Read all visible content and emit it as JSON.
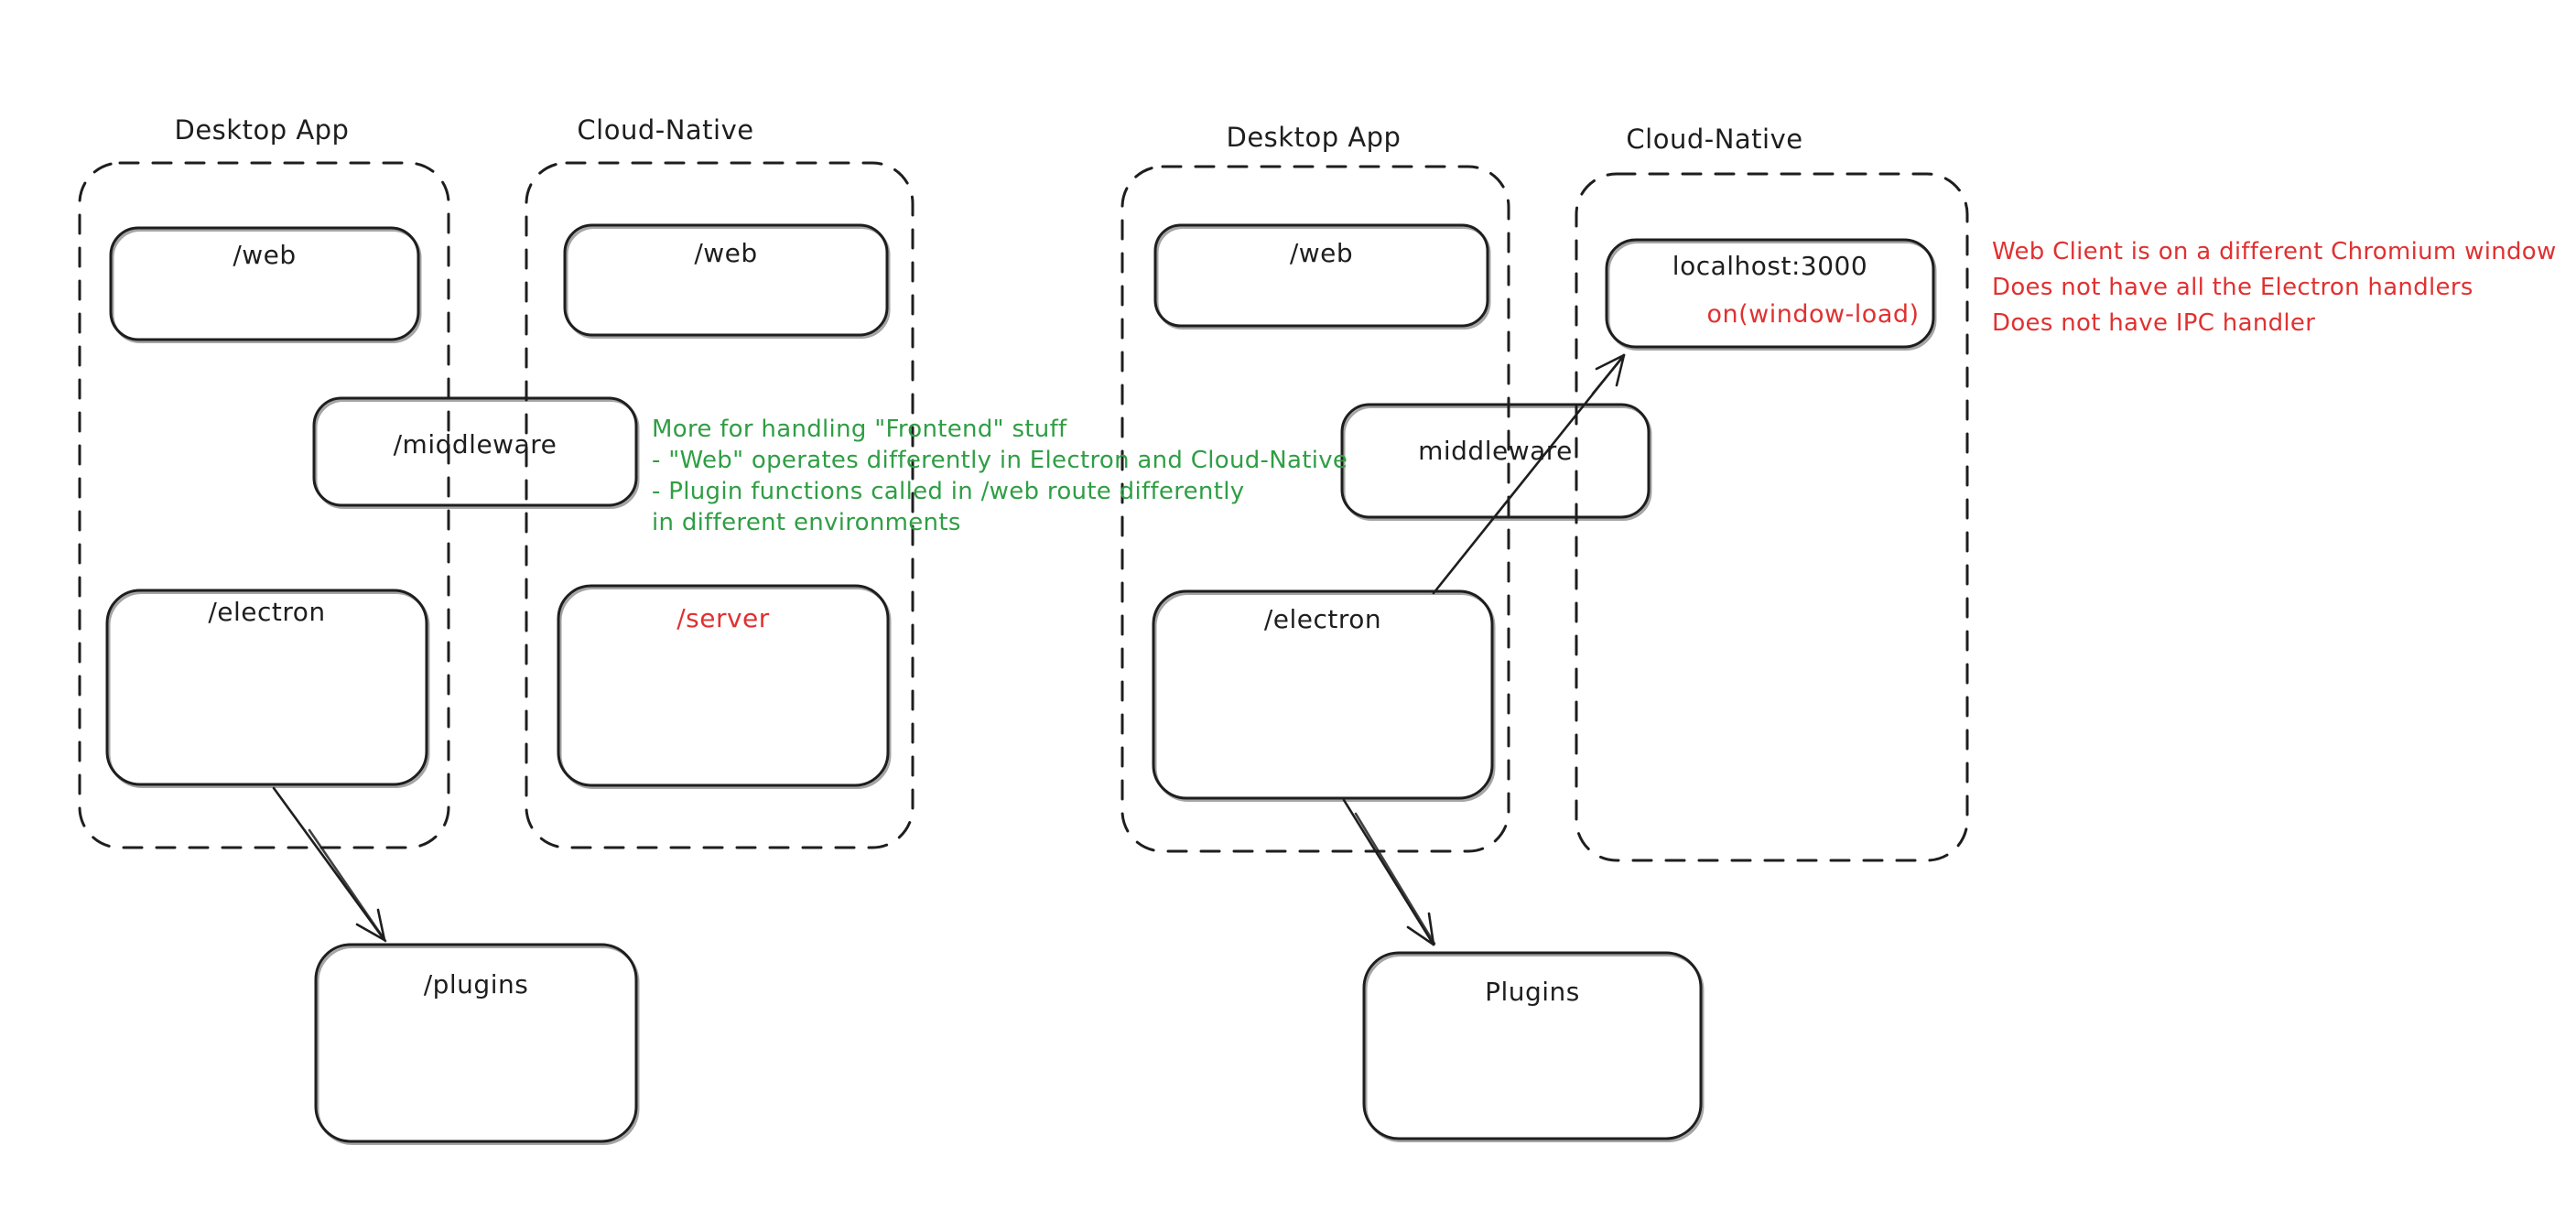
{
  "canvas": {
    "background": "#ffffff"
  },
  "palette": {
    "ink": "#1e1e1e",
    "red": "#e03131",
    "green": "#2f9e44"
  },
  "left": {
    "desktop_label": "Desktop App",
    "cloud_label": "Cloud-Native",
    "boxes": {
      "web_desktop": "/web",
      "web_cloud": "/web",
      "middleware": "/middleware",
      "electron": "/electron",
      "server": "/server",
      "plugins": "/plugins"
    },
    "note_lines": [
      "More for handling \"Frontend\" stuff",
      "- \"Web\" operates differently in Electron and Cloud-Native",
      "- Plugin functions called in /web route differently",
      "in different environments"
    ],
    "arrows": [
      {
        "from": "/electron",
        "to": "/plugins"
      }
    ]
  },
  "right": {
    "desktop_label": "Desktop App",
    "cloud_label": "Cloud-Native",
    "boxes": {
      "web": "/web",
      "localhost_title": "localhost:3000",
      "localhost_event": "on(window-load)",
      "middleware": "middleware",
      "electron": "/electron",
      "plugins": "Plugins"
    },
    "note_lines": [
      "Web Client is on a different Chromium window",
      "Does not have all the Electron handlers",
      "Does not have IPC handler"
    ],
    "arrows": [
      {
        "from": "/electron",
        "to": "localhost:3000",
        "through": "middleware"
      },
      {
        "from": "/electron",
        "to": "Plugins"
      }
    ]
  }
}
